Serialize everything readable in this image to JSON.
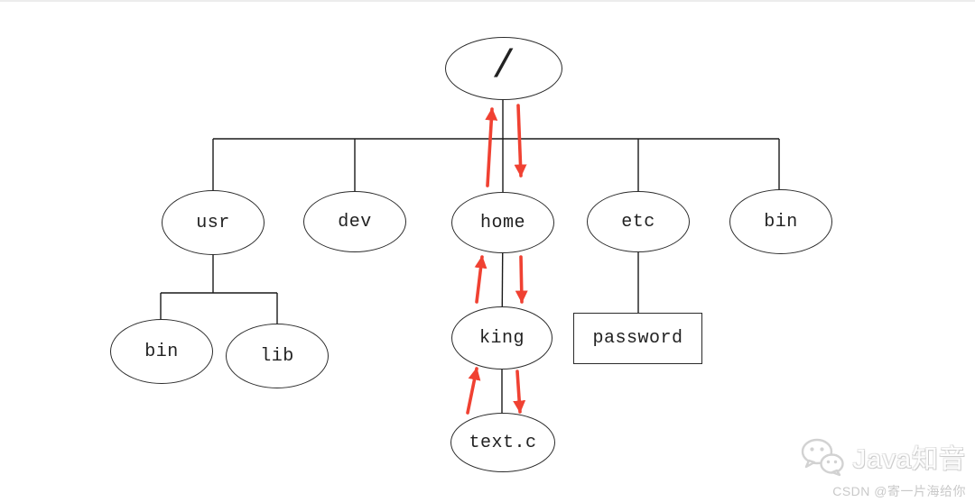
{
  "diagram": {
    "type": "tree",
    "description": "Linux filesystem directory tree",
    "nodes": {
      "root": {
        "label": "/",
        "shape": "ellipse"
      },
      "usr": {
        "label": "usr",
        "shape": "ellipse"
      },
      "dev": {
        "label": "dev",
        "shape": "ellipse"
      },
      "home": {
        "label": "home",
        "shape": "ellipse"
      },
      "etc": {
        "label": "etc",
        "shape": "ellipse"
      },
      "bin_top": {
        "label": "bin",
        "shape": "ellipse"
      },
      "bin_usr": {
        "label": "bin",
        "shape": "ellipse"
      },
      "lib": {
        "label": "lib",
        "shape": "ellipse"
      },
      "king": {
        "label": "king",
        "shape": "ellipse"
      },
      "password": {
        "label": "password",
        "shape": "rect"
      },
      "text_c": {
        "label": "text.c",
        "shape": "ellipse"
      }
    },
    "edges": [
      {
        "from": "/",
        "to": "usr"
      },
      {
        "from": "/",
        "to": "dev"
      },
      {
        "from": "/",
        "to": "home"
      },
      {
        "from": "/",
        "to": "etc"
      },
      {
        "from": "/",
        "to": "bin"
      },
      {
        "from": "usr",
        "to": "bin"
      },
      {
        "from": "usr",
        "to": "lib"
      },
      {
        "from": "home",
        "to": "king"
      },
      {
        "from": "king",
        "to": "text.c"
      },
      {
        "from": "etc",
        "to": "password"
      }
    ],
    "arrows": [
      {
        "between": [
          "/",
          "home"
        ],
        "direction": "both"
      },
      {
        "between": [
          "home",
          "king"
        ],
        "direction": "both"
      },
      {
        "between": [
          "king",
          "text.c"
        ],
        "direction": "both"
      }
    ],
    "colors": {
      "line": "#1a1a1a",
      "arrow": "#f04132",
      "node_border": "#2b2b2b",
      "node_text": "#222222"
    }
  },
  "watermark": {
    "brand": "Java知音",
    "credit": "CSDN @寄一片海给你"
  }
}
